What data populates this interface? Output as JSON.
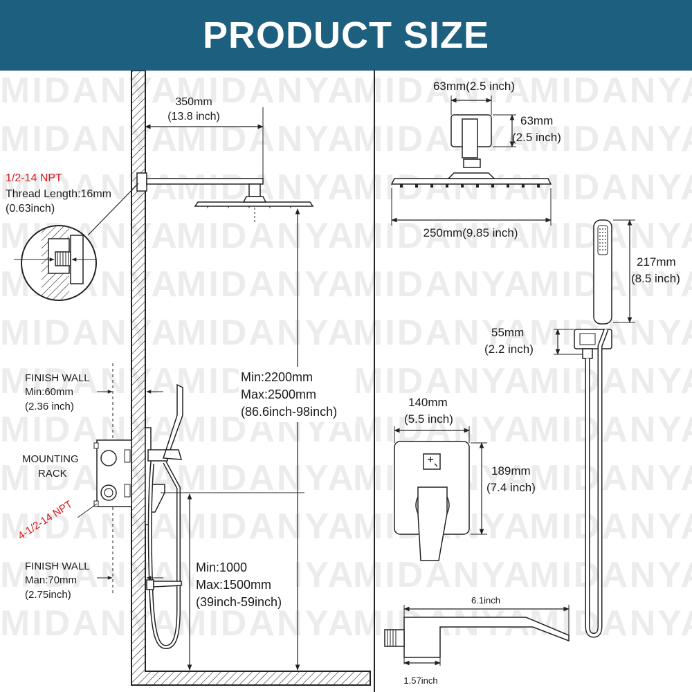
{
  "header": {
    "title": "PRODUCT SIZE",
    "bg_color": "#1d5f7f"
  },
  "watermark": "MIDANYA",
  "left": {
    "arm_length": "350mm",
    "arm_length_in": "(13.8 inch)",
    "thread_npt": "1/2-14 NPT",
    "thread_length": "Thread Length:16mm",
    "thread_length_in": "(0.63inch)",
    "finish_wall_top": "FINISH WALL",
    "finish_wall_min": "Min:60mm",
    "finish_wall_min_in": "(2.36 inch)",
    "mounting_rack_1": "MOUNTING",
    "mounting_rack_2": "RACK",
    "rack_npt": "4-1/2-14 NPT",
    "finish_wall_bottom": "FINISH WALL",
    "finish_wall_max": "Man:70mm",
    "finish_wall_max_in": "(2.75inch)",
    "head_height_min": "Min:2200mm",
    "head_height_max": "Max:2500mm",
    "head_height_in": "(86.6inch-98inch)",
    "valve_height_min": "Min:1000",
    "valve_height_max": "Max:1500mm",
    "valve_height_in": "(39inch-59inch)"
  },
  "right": {
    "flange_width": "63mm(2.5 inch)",
    "flange_height": "63mm",
    "flange_height_in": "(2.5 inch)",
    "head_width": "250mm(9.85 inch)",
    "handheld_length": "217mm",
    "handheld_length_in": "(8.5 inch)",
    "holder_height": "55mm",
    "holder_height_in": "(2.2 inch)",
    "trim_width": "140mm",
    "trim_width_in": "(5.5 inch)",
    "trim_height": "189mm",
    "trim_height_in": "(7.4 inch)",
    "spout_length": "6.1inch",
    "spout_inlet": "1.57inch"
  }
}
